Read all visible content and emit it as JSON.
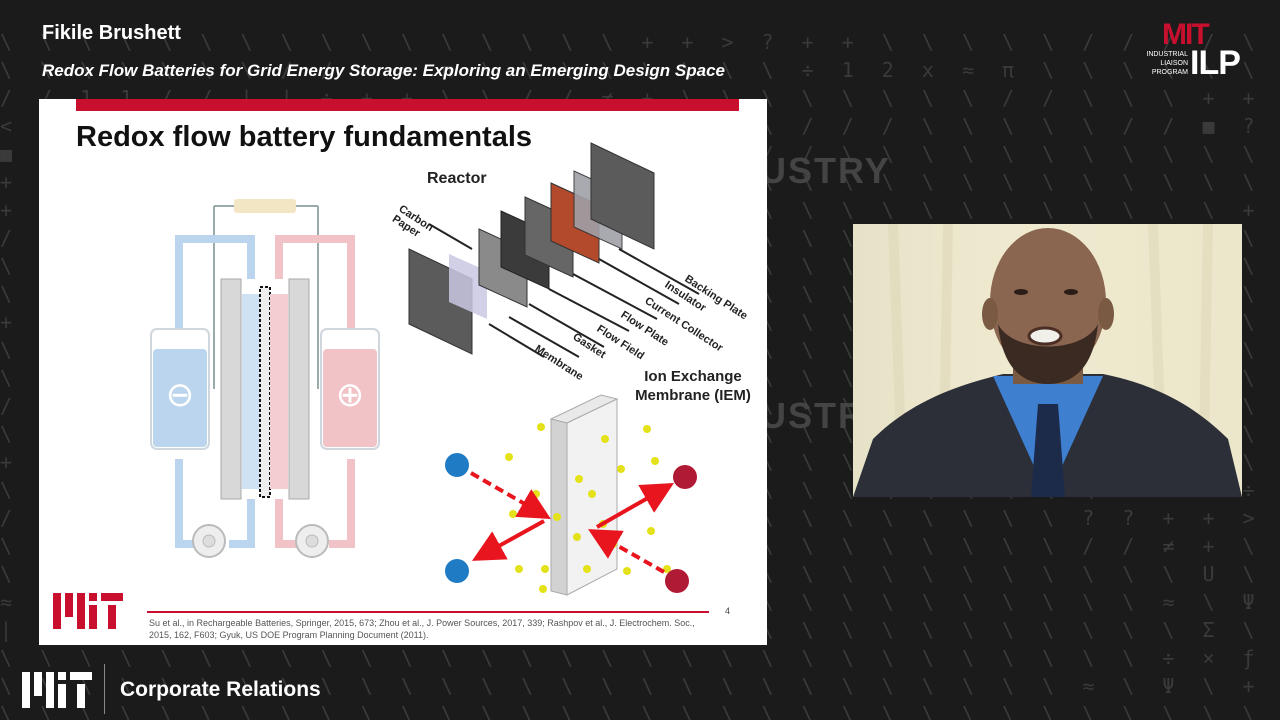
{
  "header": {
    "presenter_name": "Fikile Brushett",
    "talk_title": "Redox Flow Batteries for Grid Energy Storage: Exploring an Emerging Design Space"
  },
  "ilp_logo": {
    "mit": "MIT",
    "ilp": "ILP",
    "small_lines": [
      "INDUSTRIAL",
      "LIAISON",
      "PROGRAM"
    ]
  },
  "background": {
    "word_1": "USTRY",
    "word_2": "USTRY"
  },
  "slide": {
    "title": "Redox flow battery fundamentals",
    "reactor_label": "Reactor",
    "iem_label_line1": "Ion Exchange",
    "iem_label_line2": "Membrane (IEM)",
    "negative_symbol": "⊖",
    "positive_symbol": "⊕",
    "stack_labels": {
      "carbon_paper_1": "Carbon",
      "carbon_paper_2": "Paper",
      "backing_plate": "Backing Plate",
      "insulator": "Insulator",
      "current_collector": "Current Collector",
      "flow_plate": "Flow Plate",
      "flow_field": "Flow Field",
      "gasket": "Gasket",
      "membrane": "Membrane"
    },
    "page_number": "4",
    "references": "Su et al., in Rechargeable Batteries, Springer, 2015, 673; Zhou et al., J. Power Sources, 2017, 339; Rashpov et al., J. Electrochem. Soc., 2015, 162, F603; Gyuk, US DOE Program Planning Document (2011)."
  },
  "branding": {
    "corporate_relations": "Corporate Relations"
  },
  "colors": {
    "mit_red": "#c8102e",
    "negative_blue": "#bcd5ee",
    "positive_pink": "#f1c2c6"
  }
}
